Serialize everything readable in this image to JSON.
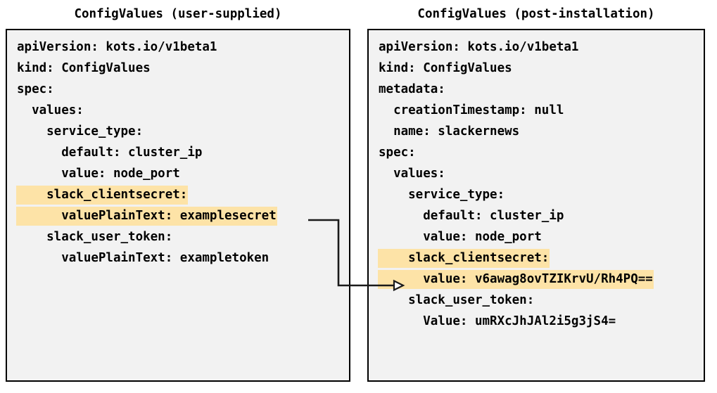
{
  "diagram": {
    "title_left": "ConfigValues (user-supplied)",
    "title_right": "ConfigValues (post-installation)",
    "highlight_color": "#fde3a7",
    "box_background": "#f2f2f2",
    "border_color": "#000000",
    "text_color": "#000000"
  },
  "left_panel": {
    "title": "ConfigValues (user-supplied)",
    "lines": [
      {
        "text": "apiVersion: kots.io/v1beta1",
        "highlight": false
      },
      {
        "text": "kind: ConfigValues",
        "highlight": false
      },
      {
        "text": "spec:",
        "highlight": false
      },
      {
        "text": "  values:",
        "highlight": false
      },
      {
        "text": "    service_type:",
        "highlight": false
      },
      {
        "text": "      default: cluster_ip",
        "highlight": false
      },
      {
        "text": "      value: node_port",
        "highlight": false
      },
      {
        "text": "    slack_clientsecret:",
        "highlight": true
      },
      {
        "text": "      valuePlainText: examplesecret",
        "highlight": true
      },
      {
        "text": "    slack_user_token:",
        "highlight": false
      },
      {
        "text": "      valuePlainText: exampletoken",
        "highlight": false
      }
    ]
  },
  "right_panel": {
    "title": "ConfigValues (post-installation)",
    "lines": [
      {
        "text": "apiVersion: kots.io/v1beta1",
        "highlight": false
      },
      {
        "text": "kind: ConfigValues",
        "highlight": false
      },
      {
        "text": "metadata:",
        "highlight": false
      },
      {
        "text": "  creationTimestamp: null",
        "highlight": false
      },
      {
        "text": "  name: slackernews",
        "highlight": false
      },
      {
        "text": "spec:",
        "highlight": false
      },
      {
        "text": "  values:",
        "highlight": false
      },
      {
        "text": "    service_type:",
        "highlight": false
      },
      {
        "text": "      default: cluster_ip",
        "highlight": false
      },
      {
        "text": "      value: node_port",
        "highlight": false
      },
      {
        "text": "    slack_clientsecret:",
        "highlight": true
      },
      {
        "text": "      value: v6awag8ovTZIKrvU/Rh4PQ==",
        "highlight": true
      },
      {
        "text": "    slack_user_token:",
        "highlight": false
      },
      {
        "text": "      Value: umRXcJhJAl2i5g3jS4=",
        "highlight": false
      }
    ]
  },
  "connector": {
    "label": "encryption-mapping-arrow",
    "from_line": "valuePlainText: examplesecret",
    "to_line": "value: v6awag8ovTZIKrvU/Rh4PQ=="
  }
}
